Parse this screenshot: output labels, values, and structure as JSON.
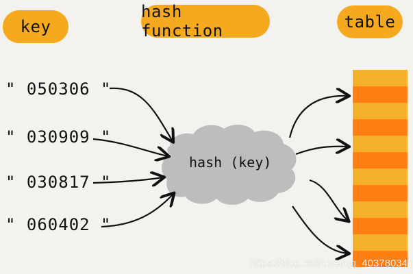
{
  "header": {
    "key_label": "key",
    "hash_function_label": "hash function",
    "table_label": "table"
  },
  "keys": [
    "\" 050306 \"",
    "\" 030909 \"",
    "\" 030817 \"",
    "\" 060402 \""
  ],
  "cloud": {
    "label": "hash (key)"
  },
  "watermark": {
    "text": "https://blog.csdn.net/qq_40378034"
  },
  "colors": {
    "background": "#f3f2ef",
    "accent_yellow": "#f5a91f",
    "table_orange": "#ff7f14",
    "cloud_gray": "#bdbdbd",
    "ink": "#111111"
  }
}
